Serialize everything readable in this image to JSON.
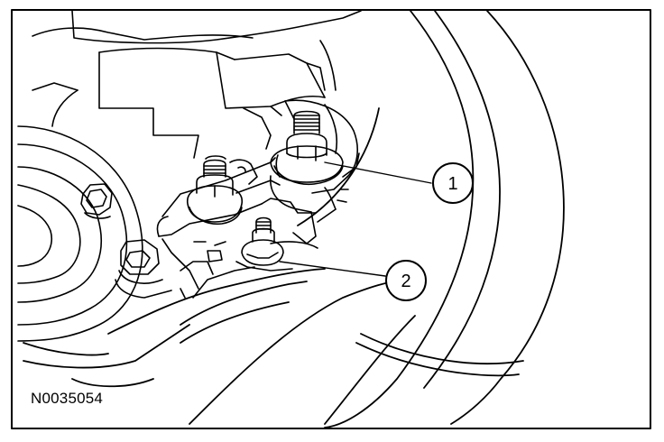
{
  "figure_id": "N0035054",
  "callouts": [
    {
      "label": "1"
    },
    {
      "label": "2"
    }
  ],
  "colors": {
    "line": "#000000",
    "background": "#ffffff"
  }
}
